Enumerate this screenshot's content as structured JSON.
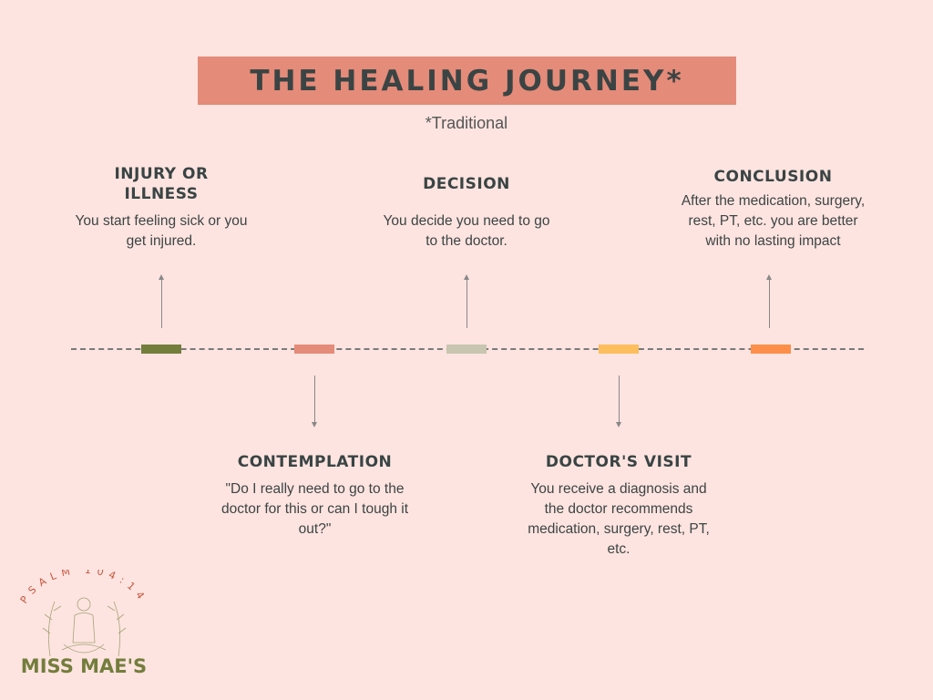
{
  "title": "THE HEALING JOURNEY*",
  "subtitle": "*Traditional",
  "stages": [
    {
      "heading": "INJURY OR ILLNESS",
      "text": "You start feeling sick or you get injured.",
      "color": "#737d3c"
    },
    {
      "heading": "CONTEMPLATION",
      "text": "\"Do I really need to go to the doctor for this or can I tough it out?\"",
      "color": "#e58b79"
    },
    {
      "heading": "DECISION",
      "text": "You decide you need to go to the doctor.",
      "color": "#c8c5b0"
    },
    {
      "heading": "DOCTOR'S VISIT",
      "text": "You receive a diagnosis and the doctor recommends medication, surgery, rest, PT, etc.",
      "color": "#fdbe5d"
    },
    {
      "heading": "CONCLUSION",
      "text": "After the medication, surgery, rest, PT, etc. you are better with no lasting impact",
      "color": "#fd8f4a"
    }
  ],
  "logo": {
    "arc_text": "PSALM 104:14",
    "name": "MISS MAE'S"
  }
}
